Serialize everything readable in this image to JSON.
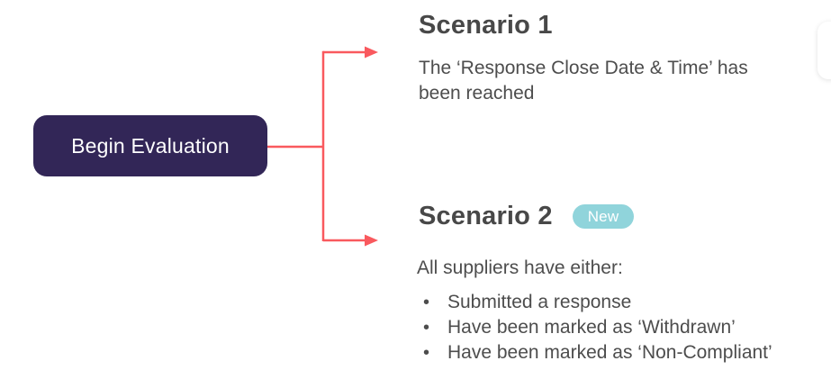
{
  "diagram": {
    "start_node": {
      "label": "Begin Evaluation"
    },
    "scenario_1": {
      "title": "Scenario 1",
      "description": "The ‘Response Close Date & Time’ has been reached"
    },
    "scenario_2": {
      "title": "Scenario 2",
      "badge_label": "New",
      "intro": "All suppliers have either:",
      "bullet_char": "•",
      "bullets": [
        "Submitted a response",
        "Have been marked as ‘Withdrawn’",
        "Have been marked as ‘Non-Compliant’"
      ]
    },
    "colors": {
      "node_background": "#322657",
      "node_text": "#FFFFFF",
      "arrow": "#F9595E",
      "badge_background": "#90D4DB",
      "badge_text": "#FFFFFF",
      "heading_text": "#484848",
      "body_text": "#4D4D4D"
    }
  }
}
